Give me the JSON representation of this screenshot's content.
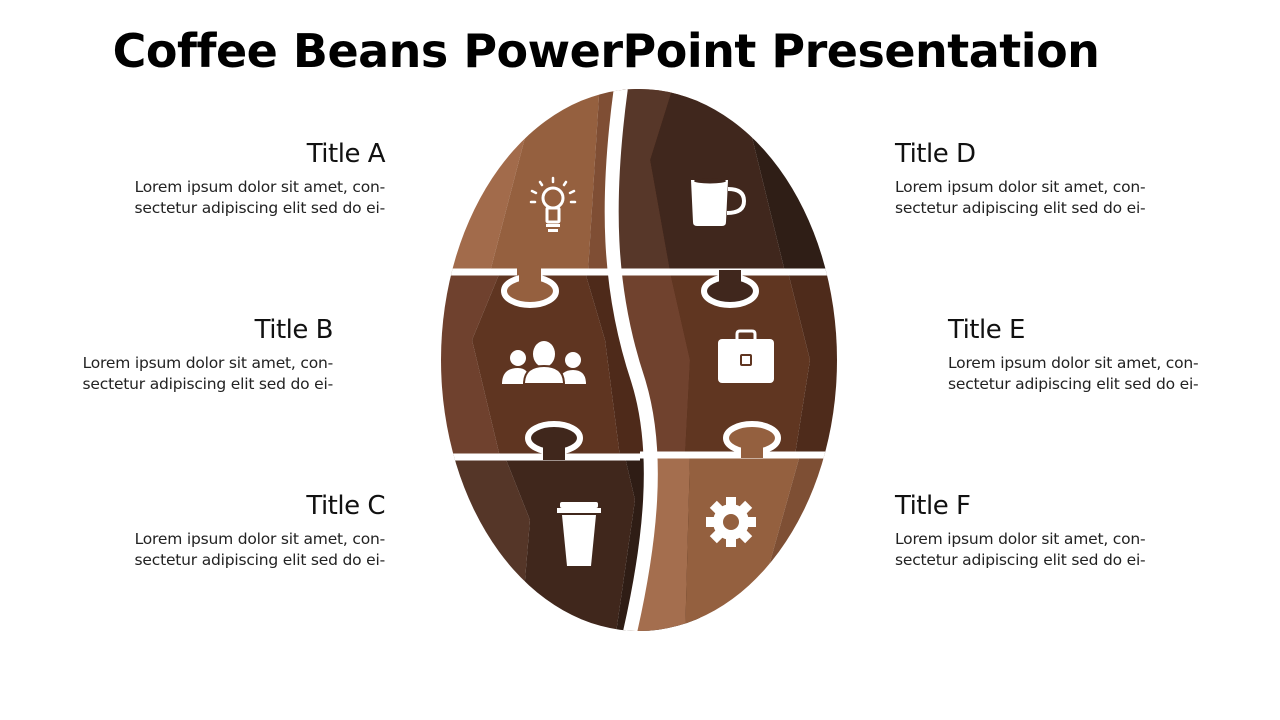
{
  "title": "Coffee Beans PowerPoint Presentation",
  "items": [
    {
      "title": "Title A",
      "text_line1": "Lorem ipsum dolor sit amet, con-",
      "text_line2": "sectetur adipiscing elit sed do ei-",
      "icon": "lightbulb-icon"
    },
    {
      "title": "Title B",
      "text_line1": "Lorem ipsum dolor sit amet, con-",
      "text_line2": "sectetur adipiscing elit sed do ei-",
      "icon": "team-icon"
    },
    {
      "title": "Title C",
      "text_line1": "Lorem ipsum dolor sit amet, con-",
      "text_line2": "sectetur adipiscing elit sed do ei-",
      "icon": "coffee-cup-to-go-icon"
    },
    {
      "title": "Title D",
      "text_line1": "Lorem ipsum dolor sit amet, con-",
      "text_line2": "sectetur adipiscing elit sed do ei-",
      "icon": "mug-icon"
    },
    {
      "title": "Title E",
      "text_line1": "Lorem ipsum dolor sit amet, con-",
      "text_line2": "sectetur adipiscing elit sed do ei-",
      "icon": "briefcase-icon"
    },
    {
      "title": "Title F",
      "text_line1": "Lorem ipsum dolor sit amet, con-",
      "text_line2": "sectetur adipiscing elit sed do ei-",
      "icon": "gear-icon"
    }
  ],
  "colors": {
    "a": [
      "#a26b4b",
      "#95603f",
      "#7f4e34"
    ],
    "b": [
      "#6f412e",
      "#5f3521",
      "#4e2a1a"
    ],
    "c": [
      "#553628",
      "#40271c",
      "#2f1d15"
    ],
    "d": [
      "#573729",
      "#40271d",
      "#2f1e16"
    ],
    "e": [
      "#70422e",
      "#603621",
      "#4e2b1b"
    ],
    "f": [
      "#a46e4e",
      "#94603f",
      "#7e4f34"
    ]
  }
}
